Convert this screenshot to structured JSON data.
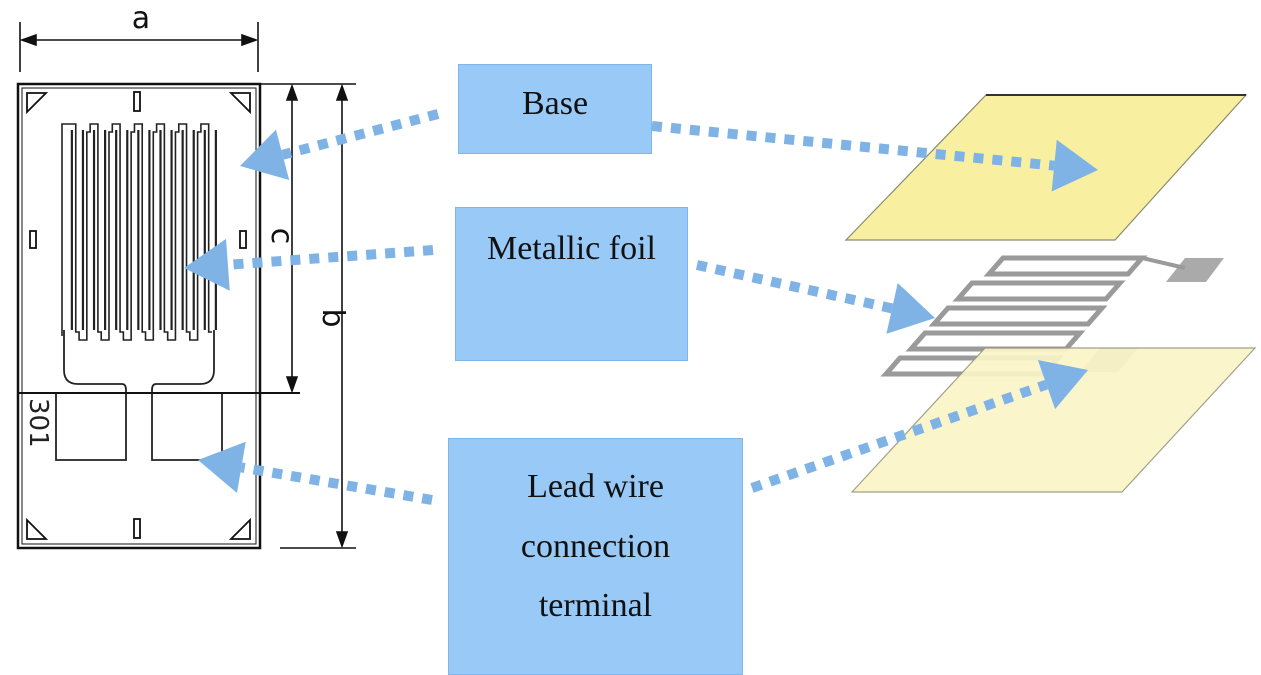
{
  "labels": {
    "base": "Base",
    "metallic_foil": "Metallic foil",
    "lead_wire_lines": [
      "Lead wire",
      "connection",
      "terminal"
    ]
  },
  "dimensions": {
    "a": "a",
    "b": "b",
    "c": "c"
  },
  "gauge_serial": "301",
  "colors": {
    "label_box": "#99c9f7",
    "arrow": "#7fb3e6",
    "base_layer": "#f8f0a0",
    "terminal_layer": "#fbf5c8",
    "foil_grid": "#999999"
  }
}
